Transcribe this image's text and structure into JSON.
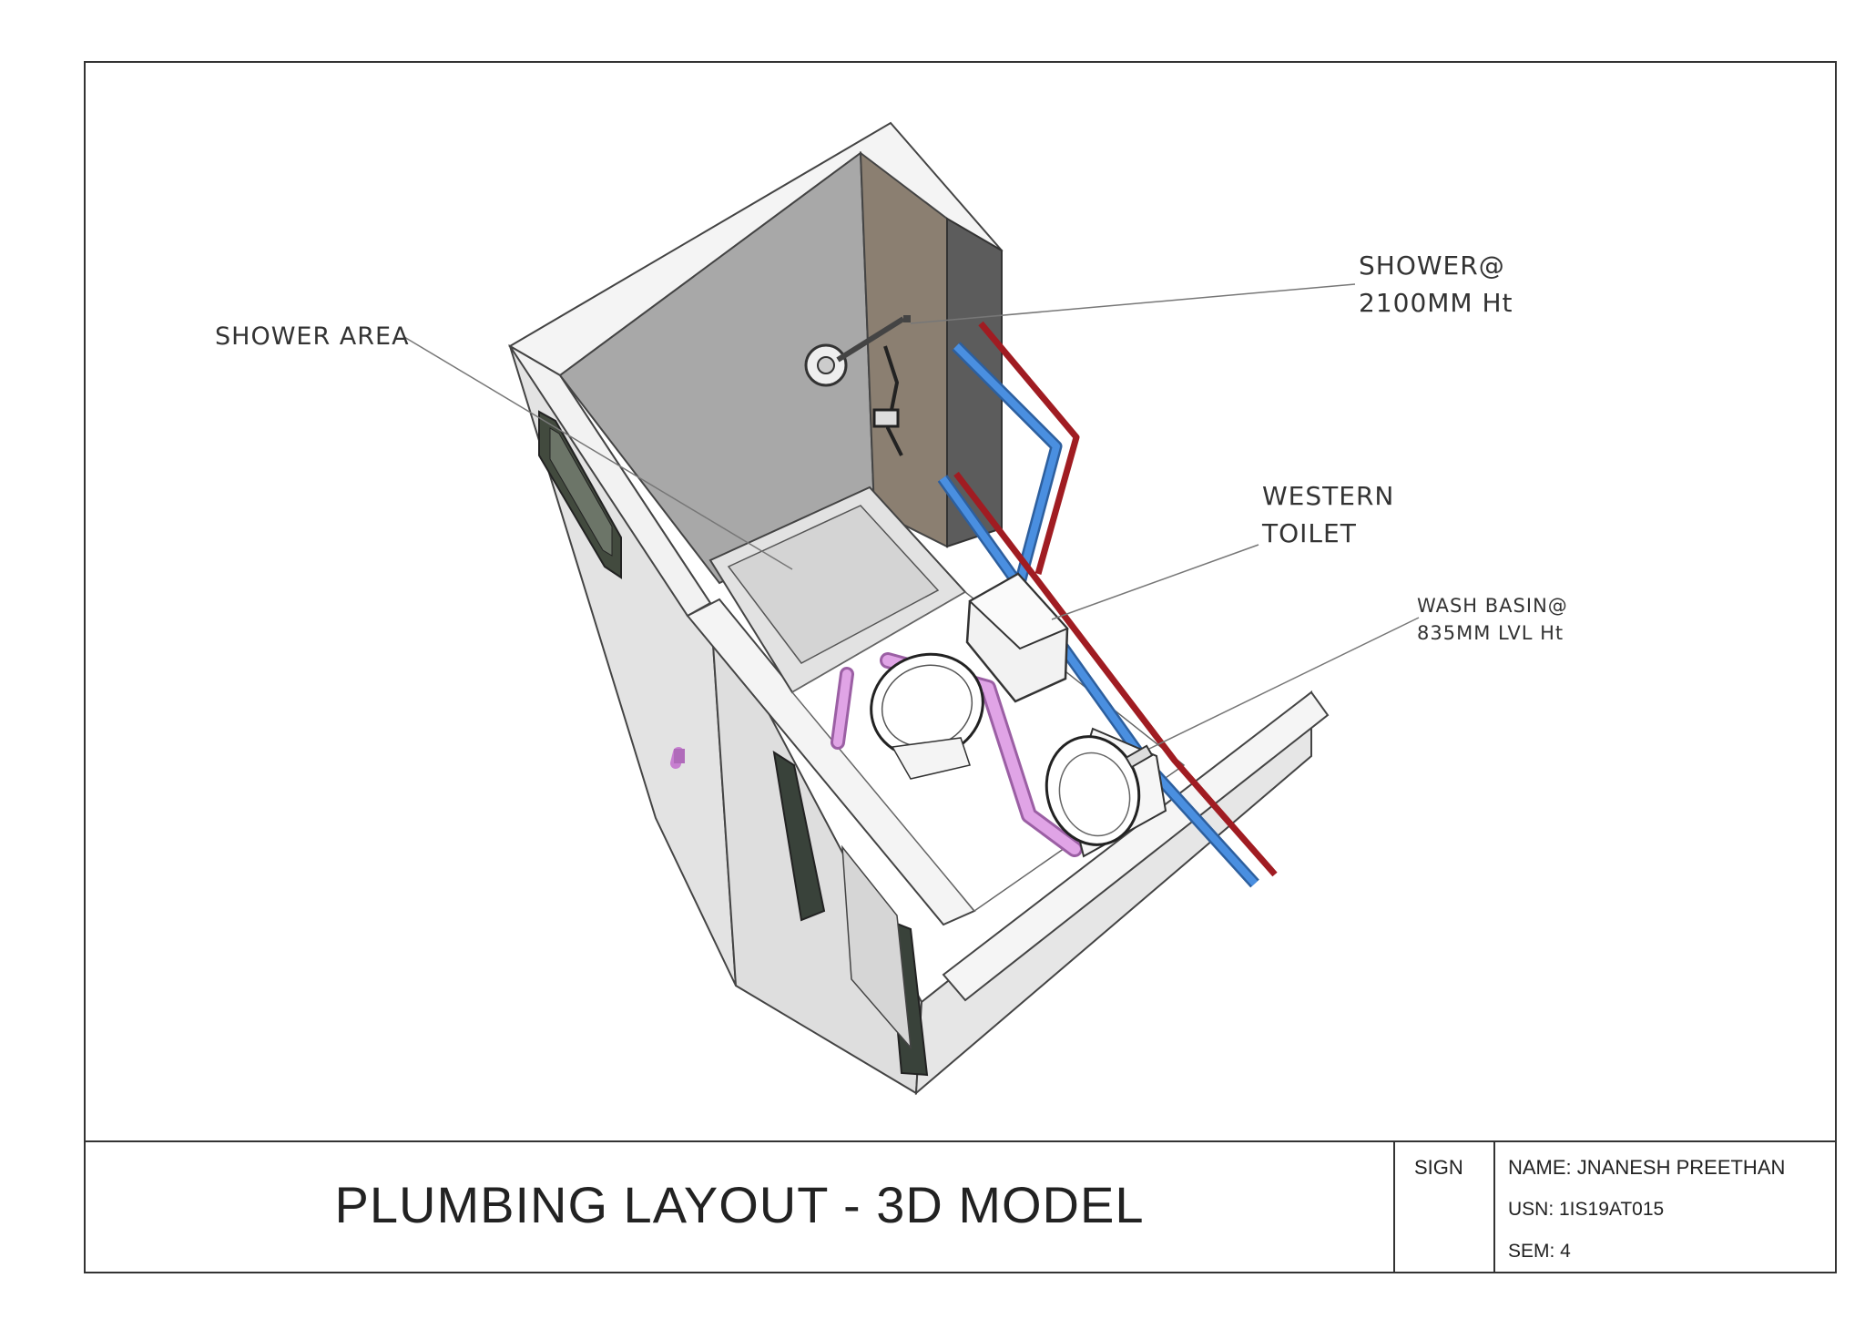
{
  "callouts": {
    "shower_area": "SHOWER AREA",
    "shower": [
      "SHOWER@",
      "2100MM Ht"
    ],
    "toilet": [
      "WESTERN",
      "TOILET"
    ],
    "basin": [
      "WASH BASIN@",
      "835MM LVL Ht"
    ]
  },
  "title_block": {
    "title": "PLUMBING LAYOUT -  3D MODEL",
    "sign_label": "SIGN",
    "name": "NAME: JNANESH PREETHAN",
    "usn": "USN: 1IS19AT015",
    "sem": "SEM: 4"
  },
  "colors": {
    "wall_top": "#f4f4f4",
    "wall_face": "#e2e2e2",
    "wall_inner": "#a7a7a7",
    "tile_wall": "#8a7e70",
    "hot_pipe": "#c0272d",
    "cold_pipe": "#3e7fd0",
    "drain_pipe": "#cf8ad8",
    "door": "#3a4434"
  }
}
